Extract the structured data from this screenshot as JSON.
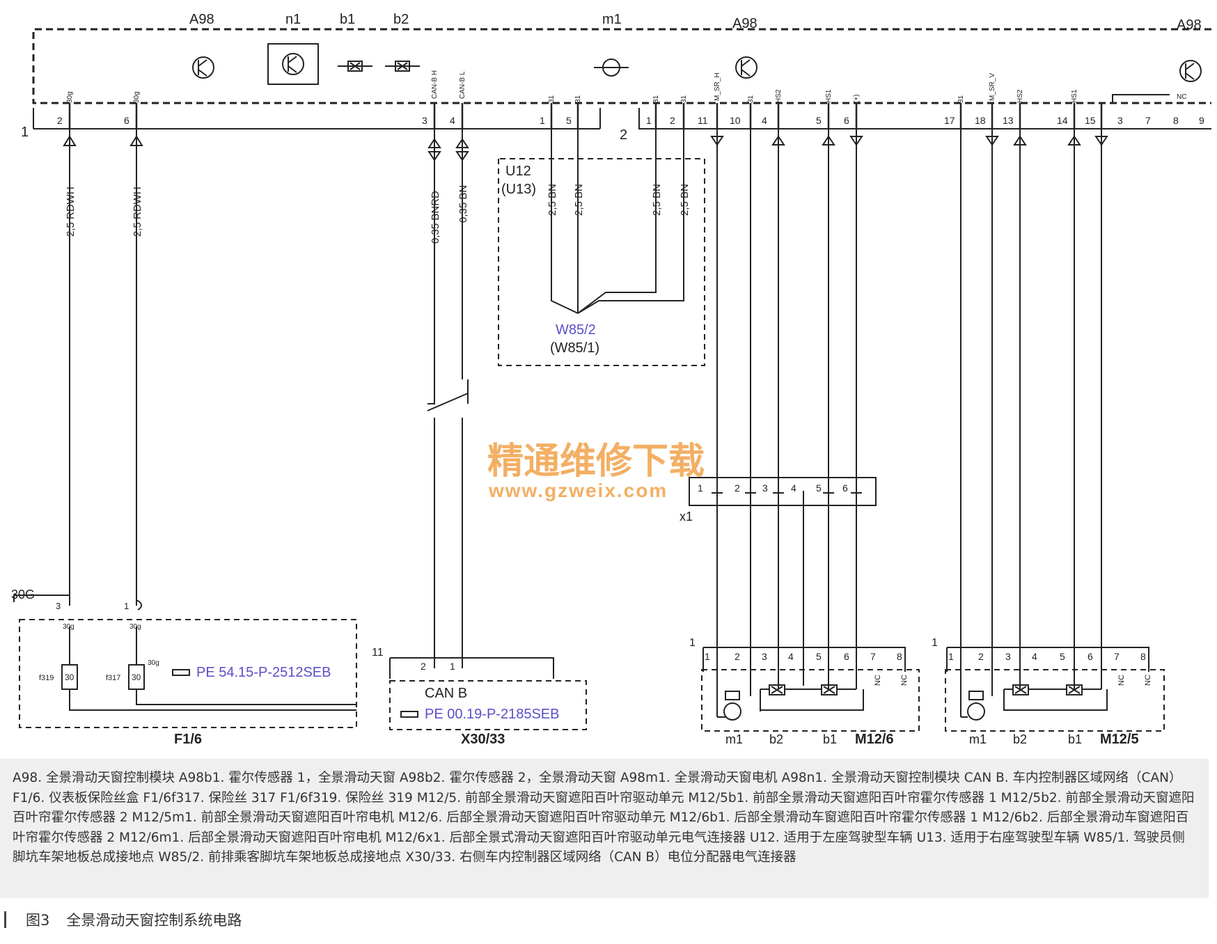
{
  "module": {
    "labels": {
      "left": "A98",
      "n1": "n1",
      "b1": "b1",
      "b2": "b2",
      "m1": "m1",
      "mid": "A98",
      "right": "A98"
    },
    "connector1": "1",
    "connector2": "2",
    "pins_left": [
      "2",
      "6",
      "3",
      "4",
      "1",
      "5"
    ],
    "pins_right": [
      "1",
      "2",
      "11",
      "10",
      "4",
      "5",
      "6",
      "17",
      "18",
      "13",
      "14",
      "15",
      "3",
      "7",
      "8",
      "9"
    ],
    "pin_tags": [
      "30g",
      "30g",
      "CAN-B H",
      "CAN-B L",
      "31",
      "31",
      "31",
      "31",
      "M_SR_H",
      "31",
      "HS2",
      "HS1",
      "(+)",
      "31",
      "M_SR_V",
      "HS2",
      "HS1",
      "NC"
    ]
  },
  "wires": {
    "rdwh1": "2,5 RDWH",
    "rdwh2": "2,5 RDWH",
    "can_h": "0,35 BNRD",
    "can_l": "0,35 BN",
    "bn": [
      "2,5 BN",
      "2,5 BN",
      "2,5 BN",
      "2,5 BN"
    ]
  },
  "ground": {
    "label1": "U12",
    "label2": "(U13)",
    "point1": "W85/2",
    "point2": "(W85/1)"
  },
  "watermark": {
    "title": "精通维修下载",
    "url": "www.gzweix.com"
  },
  "x1": {
    "label": "x1",
    "pins": [
      "1",
      "2",
      "3",
      "4",
      "5",
      "6"
    ]
  },
  "fusebox": {
    "label": "30G",
    "name": "F1/6",
    "pins": [
      "3",
      "1"
    ],
    "tags": [
      "30g",
      "30g"
    ],
    "fuse_names": [
      "f319",
      "f317"
    ],
    "fuse_values": [
      "30",
      "30"
    ],
    "side_tag": "30g",
    "ref": "PE 54.15-P-2512SEB"
  },
  "can": {
    "pin_group": "11",
    "pins": [
      "2",
      "1"
    ],
    "title": "CAN B",
    "ref": "PE 00.19-P-2185SEB",
    "name": "X30/33"
  },
  "m126": {
    "group": "1",
    "pins": [
      "1",
      "2",
      "3",
      "4",
      "5",
      "6",
      "7",
      "8"
    ],
    "nc": [
      "NC",
      "NC"
    ],
    "labels": [
      "m1",
      "b2",
      "b1"
    ],
    "name": "M12/6"
  },
  "m125": {
    "group": "1",
    "pins": [
      "1",
      "2",
      "3",
      "4",
      "5",
      "6",
      "7",
      "8"
    ],
    "nc": [
      "NC",
      "NC"
    ],
    "labels": [
      "m1",
      "b2",
      "b1"
    ],
    "name": "M12/5"
  },
  "caption": {
    "legend": "A98. 全景滑动天窗控制模块 A98b1. 霍尔传感器 1，全景滑动天窗 A98b2. 霍尔传感器 2，全景滑动天窗 A98m1. 全景滑动天窗电机 A98n1. 全景滑动天窗控制模块 CAN B. 车内控制器区域网络（CAN） F1/6. 仪表板保险丝盒 F1/6f317. 保险丝 317 F1/6f319. 保险丝 319 M12/5. 前部全景滑动天窗遮阳百叶帘驱动单元 M12/5b1. 前部全景滑动天窗遮阳百叶帘霍尔传感器 1 M12/5b2. 前部全景滑动天窗遮阳百叶帘霍尔传感器 2 M12/5m1. 前部全景滑动天窗遮阳百叶帘电机 M12/6. 后部全景滑动天窗遮阳百叶帘驱动单元 M12/6b1. 后部全景滑动车窗遮阳百叶帘霍尔传感器 1 M12/6b2. 后部全景滑动车窗遮阳百叶帘霍尔传感器 2 M12/6m1. 后部全景滑动天窗遮阳百叶帘电机 M12/6x1. 后部全景式滑动天窗遮阳百叶帘驱动单元电气连接器 U12. 适用于左座驾驶型车辆 U13. 适用于右座驾驶型车辆 W85/1. 驾驶员侧脚坑车架地板总成接地点 W85/2. 前排乘客脚坑车架地板总成接地点 X30/33. 右侧车内控制器区域网络（CAN B）电位分配器电气连接器",
    "figure_no": "图3",
    "figure_title": "全景滑动天窗控制系统电路"
  },
  "colors": {
    "ink": "#222222",
    "link": "#5a4fc8",
    "watermark": "#f2a24a",
    "caption_bg": "#efefef"
  }
}
